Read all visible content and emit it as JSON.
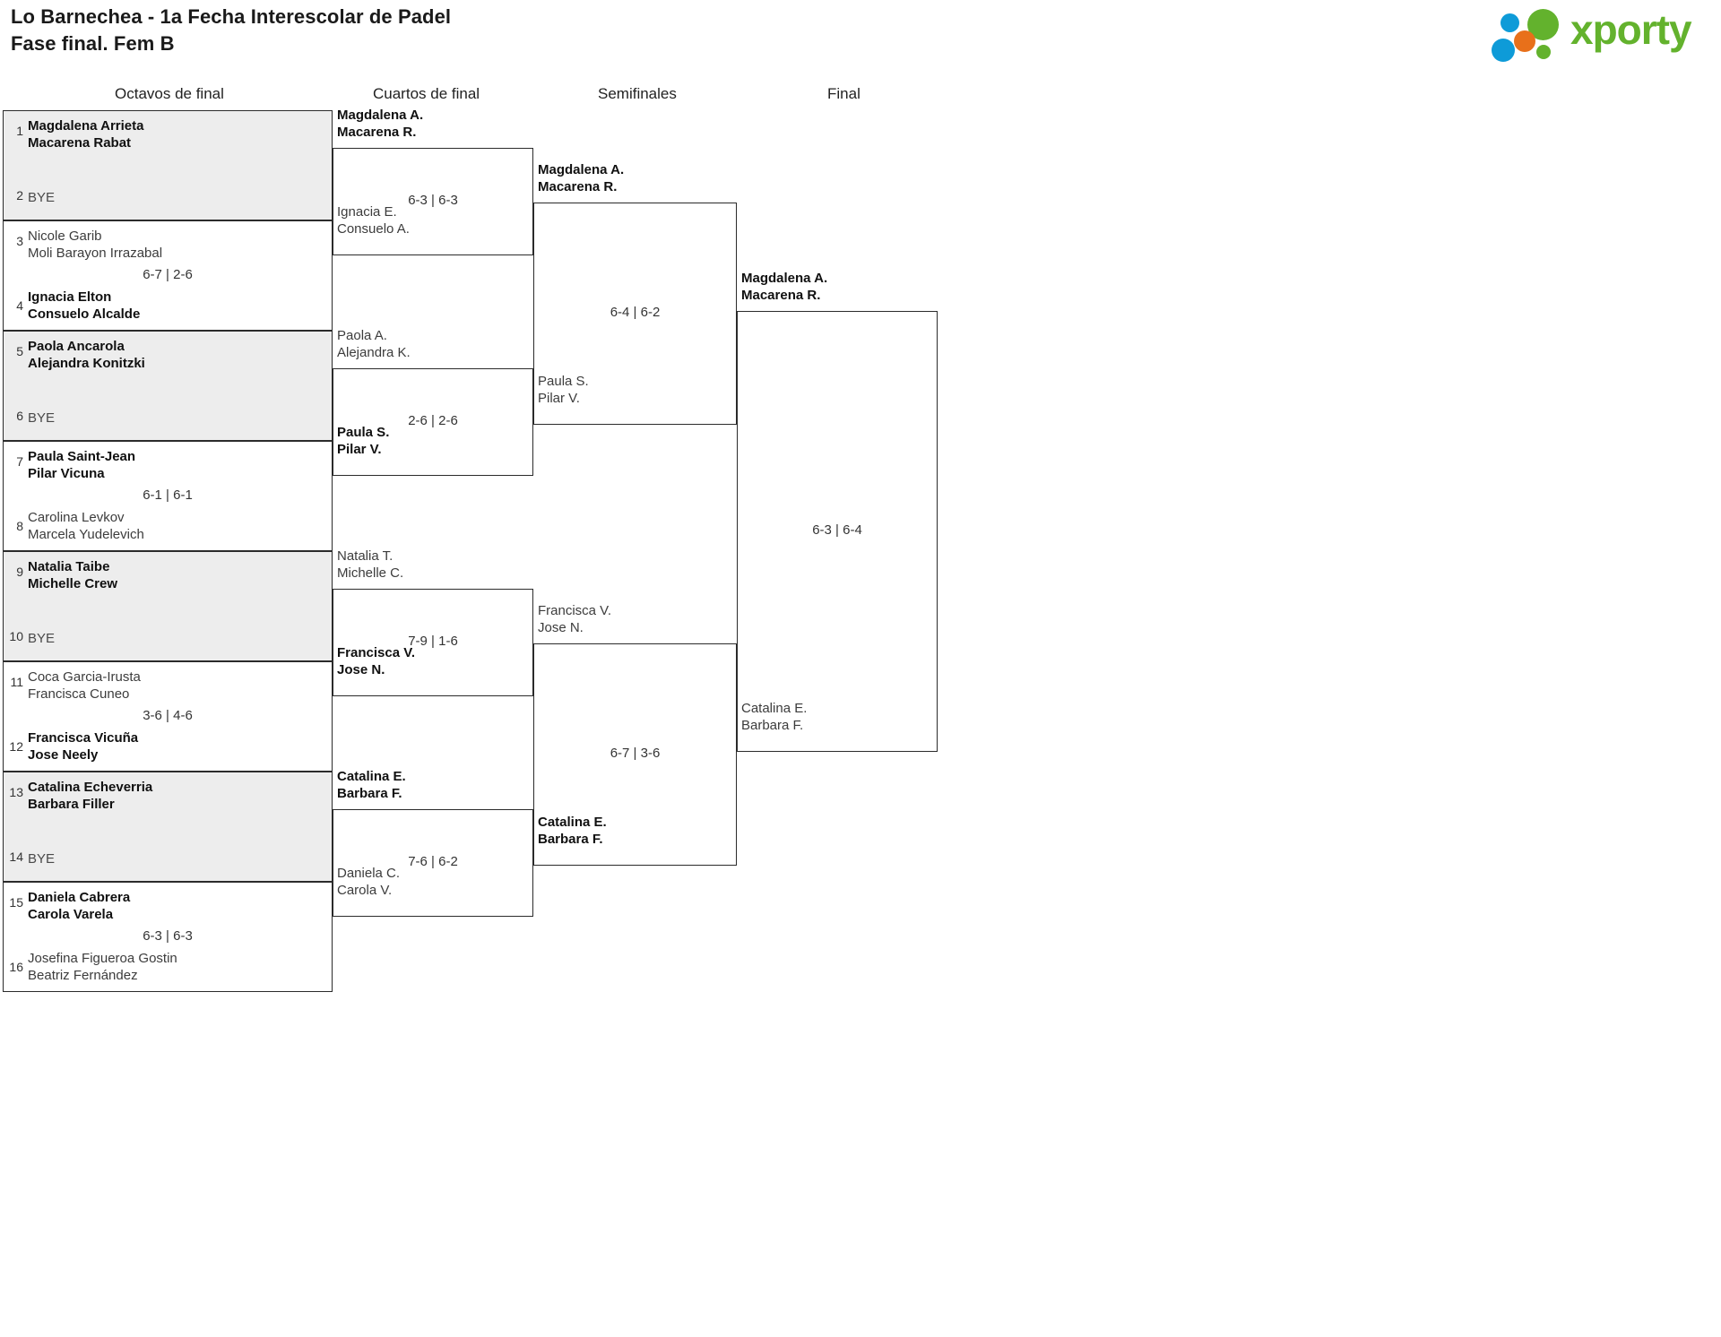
{
  "header": {
    "title_line1": "Lo Barnechea - 1a Fecha Interescolar de Padel",
    "title_line2": "Fase final. Fem B"
  },
  "logo": {
    "wordmark": "xporty",
    "green": "#63b22d",
    "blue": "#0e9bd8",
    "orange": "#e8701a"
  },
  "rounds": [
    {
      "label": "Octavos de final"
    },
    {
      "label": "Cuartos de final"
    },
    {
      "label": "Semifinales"
    },
    {
      "label": "Final"
    }
  ],
  "round1": {
    "matches": [
      {
        "shaded": true,
        "top": {
          "seed": "1",
          "p1": "Magdalena Arrieta",
          "p2": "Macarena Rabat",
          "winner": true
        },
        "bottom": {
          "seed": "2",
          "bye": "BYE",
          "winner": false
        },
        "score": ""
      },
      {
        "shaded": false,
        "top": {
          "seed": "3",
          "p1": "Nicole Garib",
          "p2": "Moli Barayon Irrazabal",
          "winner": false
        },
        "bottom": {
          "seed": "4",
          "p1": "Ignacia Elton",
          "p2": "Consuelo Alcalde",
          "winner": true
        },
        "score": "6-7 | 2-6"
      },
      {
        "shaded": true,
        "top": {
          "seed": "5",
          "p1": "Paola Ancarola",
          "p2": "Alejandra Konitzki",
          "winner": true
        },
        "bottom": {
          "seed": "6",
          "bye": "BYE",
          "winner": false
        },
        "score": ""
      },
      {
        "shaded": false,
        "top": {
          "seed": "7",
          "p1": "Paula Saint-Jean",
          "p2": "Pilar Vicuna",
          "winner": true
        },
        "bottom": {
          "seed": "8",
          "p1": "Carolina Levkov",
          "p2": "Marcela Yudelevich",
          "winner": false
        },
        "score": "6-1 | 6-1"
      },
      {
        "shaded": true,
        "top": {
          "seed": "9",
          "p1": "Natalia Taibe",
          "p2": "Michelle Crew",
          "winner": true
        },
        "bottom": {
          "seed": "10",
          "bye": "BYE",
          "winner": false
        },
        "score": ""
      },
      {
        "shaded": false,
        "top": {
          "seed": "11",
          "p1": "Coca Garcia-Irusta",
          "p2": "Francisca Cuneo",
          "winner": false
        },
        "bottom": {
          "seed": "12",
          "p1": "Francisca Vicuña",
          "p2": "Jose Neely",
          "winner": true
        },
        "score": "3-6 | 4-6"
      },
      {
        "shaded": true,
        "top": {
          "seed": "13",
          "p1": "Catalina Echeverria",
          "p2": "Barbara Filler",
          "winner": true
        },
        "bottom": {
          "seed": "14",
          "bye": "BYE",
          "winner": false
        },
        "score": ""
      },
      {
        "shaded": false,
        "top": {
          "seed": "15",
          "p1": "Daniela Cabrera",
          "p2": "Carola Varela",
          "winner": true
        },
        "bottom": {
          "seed": "16",
          "p1": "Josefina Figueroa Gostin",
          "p2": "Beatriz Fernández",
          "winner": false
        },
        "score": "6-3 | 6-3"
      }
    ]
  },
  "round2": {
    "matches": [
      {
        "top": {
          "p1": "Magdalena A.",
          "p2": "Macarena R.",
          "winner": true
        },
        "bottom": {
          "p1": "Ignacia E.",
          "p2": "Consuelo A.",
          "winner": false
        },
        "score": "6-3 | 6-3"
      },
      {
        "top": {
          "p1": "Paola A.",
          "p2": "Alejandra K.",
          "winner": false
        },
        "bottom": {
          "p1": "Paula S.",
          "p2": "Pilar V.",
          "winner": true
        },
        "score": "2-6 | 2-6"
      },
      {
        "top": {
          "p1": "Natalia T.",
          "p2": "Michelle C.",
          "winner": false
        },
        "bottom": {
          "p1": "Francisca V.",
          "p2": "Jose N.",
          "winner": true
        },
        "score": "7-9 | 1-6"
      },
      {
        "top": {
          "p1": "Catalina E.",
          "p2": "Barbara F.",
          "winner": true
        },
        "bottom": {
          "p1": "Daniela C.",
          "p2": "Carola V.",
          "winner": false
        },
        "score": "7-6 | 6-2"
      }
    ]
  },
  "round3": {
    "matches": [
      {
        "top": {
          "p1": "Magdalena A.",
          "p2": "Macarena R.",
          "winner": true
        },
        "bottom": {
          "p1": "Paula S.",
          "p2": "Pilar V.",
          "winner": false
        },
        "score": "6-4 | 6-2"
      },
      {
        "top": {
          "p1": "Francisca V.",
          "p2": "Jose N.",
          "winner": false
        },
        "bottom": {
          "p1": "Catalina E.",
          "p2": "Barbara F.",
          "winner": true
        },
        "score": "6-7 | 3-6"
      }
    ]
  },
  "round4": {
    "matches": [
      {
        "top": {
          "p1": "Magdalena A.",
          "p2": "Macarena R.",
          "winner": true
        },
        "bottom": {
          "p1": "Catalina E.",
          "p2": "Barbara F.",
          "winner": false
        },
        "score": "6-3 | 6-4"
      }
    ]
  }
}
